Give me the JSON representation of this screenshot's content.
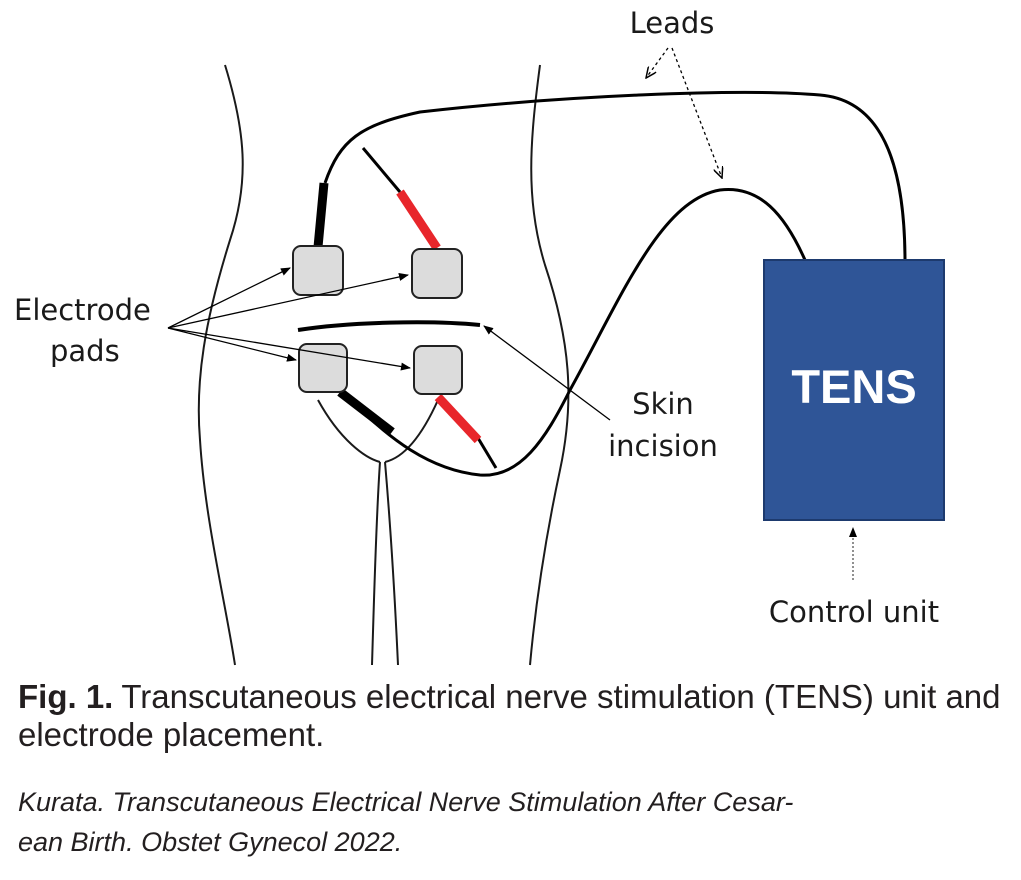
{
  "labels": {
    "leads": "Leads",
    "electrode_pads": [
      "Electrode",
      "pads"
    ],
    "skin_incision": [
      "Skin",
      "incision"
    ],
    "tens": "TENS",
    "control_unit": "Control unit"
  },
  "caption": {
    "number": "Fig. 1.",
    "text": "Transcutaneous electrical nerve stimulation (TENS) unit and electrode placement."
  },
  "citation": {
    "line1": "Kurata. Transcutaneous Electrical Nerve Stimulation After Cesar-",
    "line2": "ean Birth. Obstet Gynecol 2022."
  },
  "colors": {
    "tens_unit": "#2f5597",
    "positive_lead": "#e8262b",
    "negative_lead": "#000000",
    "pad_fill": "#dcdcdc"
  }
}
